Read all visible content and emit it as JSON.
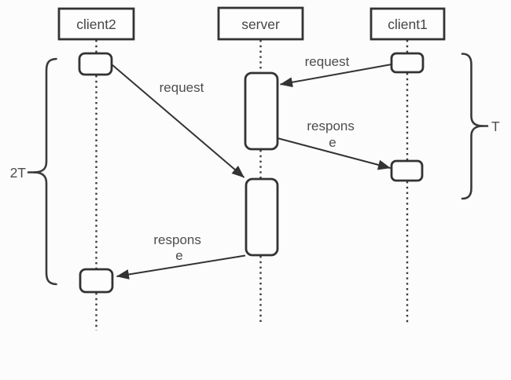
{
  "diagram": {
    "type": "sequence-diagram",
    "colors": {
      "line": "#333333",
      "text": "#4a4a4a",
      "background": "#fcfcfc"
    },
    "actors": [
      {
        "label": "client2"
      },
      {
        "label": "server"
      },
      {
        "label": "client1"
      }
    ],
    "messages": [
      {
        "from": "client2",
        "to": "server",
        "label": "request",
        "line1": "request",
        "line2": ""
      },
      {
        "from": "client1",
        "to": "server",
        "label": "request",
        "line1": "request",
        "line2": ""
      },
      {
        "from": "server",
        "to": "client1",
        "label": "response",
        "line1": "respons",
        "line2": "e"
      },
      {
        "from": "server",
        "to": "client2",
        "label": "response",
        "line1": "respons",
        "line2": "e"
      }
    ],
    "annotations": [
      {
        "side": "left",
        "label": "2T"
      },
      {
        "side": "right",
        "label": "T"
      }
    ]
  }
}
